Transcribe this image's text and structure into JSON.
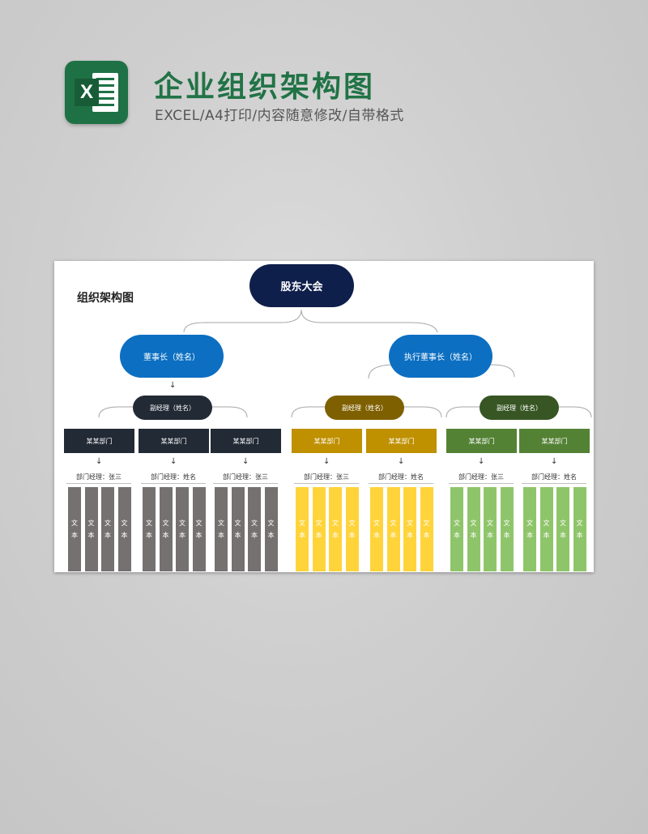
{
  "header": {
    "logo_letter": "X",
    "title": "企业组织架构图",
    "subtitle": "EXCEL/A4打印/内容随意修改/自带格式"
  },
  "chart": {
    "title": "组织架构图",
    "root": "股东大会",
    "chairman": "董事长（姓名）",
    "exec_chairman": "执行董事长（姓名）",
    "vp_left": "副经理（姓名）",
    "vp_mid": "副经理（姓名）",
    "vp_right": "副经理（姓名）",
    "dept_label": "某某部门",
    "mgr_zhang": "部门经理：张三",
    "mgr_name": "部门经理：姓名",
    "text_top": "文",
    "text_bottom": "本"
  },
  "colors": {
    "root": "#0f1f4b",
    "blue": "#0c6fc2",
    "dark": "#222a35",
    "dark_col": "#767171",
    "gold": "#bf9000",
    "gold_vp": "#7f6000",
    "gold_col": "#ffd43b",
    "green": "#548235",
    "green_vp": "#375623",
    "green_col": "#8fc56a",
    "title_green": "#217346"
  }
}
